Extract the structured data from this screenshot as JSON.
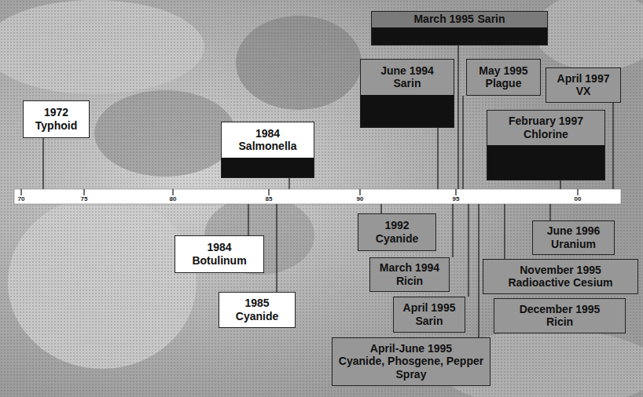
{
  "diagram": {
    "nodes": [
      {
        "text": [
          "1972",
          "Typhoid"
        ]
      },
      {
        "text": [
          "1984",
          "Salmonella"
        ]
      },
      {
        "text": [
          "1984",
          "Botulinum"
        ]
      },
      {
        "text": [
          "1985",
          "Cyanide"
        ]
      },
      {
        "text": [
          "1992",
          "Cyanide"
        ]
      },
      {
        "text": [
          "June 1994",
          "Sarin"
        ]
      },
      {
        "text": [
          "March 1994",
          "Ricin"
        ]
      },
      {
        "text": [
          "March 1995",
          "Sarin"
        ]
      },
      {
        "text": [
          "April 1995",
          "Sarin"
        ]
      },
      {
        "text": [
          "April-June 1995",
          "Cyanide, Phosgene, Pepper Spray"
        ]
      },
      {
        "text": [
          "May 1995",
          "Plague"
        ]
      },
      {
        "text": [
          "November 1995",
          "Radioactive Cesium"
        ]
      },
      {
        "text": [
          "December 1995",
          "Ricin"
        ]
      },
      {
        "text": [
          "June 1996",
          "Uranium"
        ]
      },
      {
        "text": [
          "February 1997",
          "Chlorine"
        ]
      },
      {
        "text": [
          "April 1997",
          "VX"
        ]
      }
    ],
    "labels": [
      "70",
      "75",
      "80",
      "85",
      "90",
      "95",
      "00"
    ]
  }
}
